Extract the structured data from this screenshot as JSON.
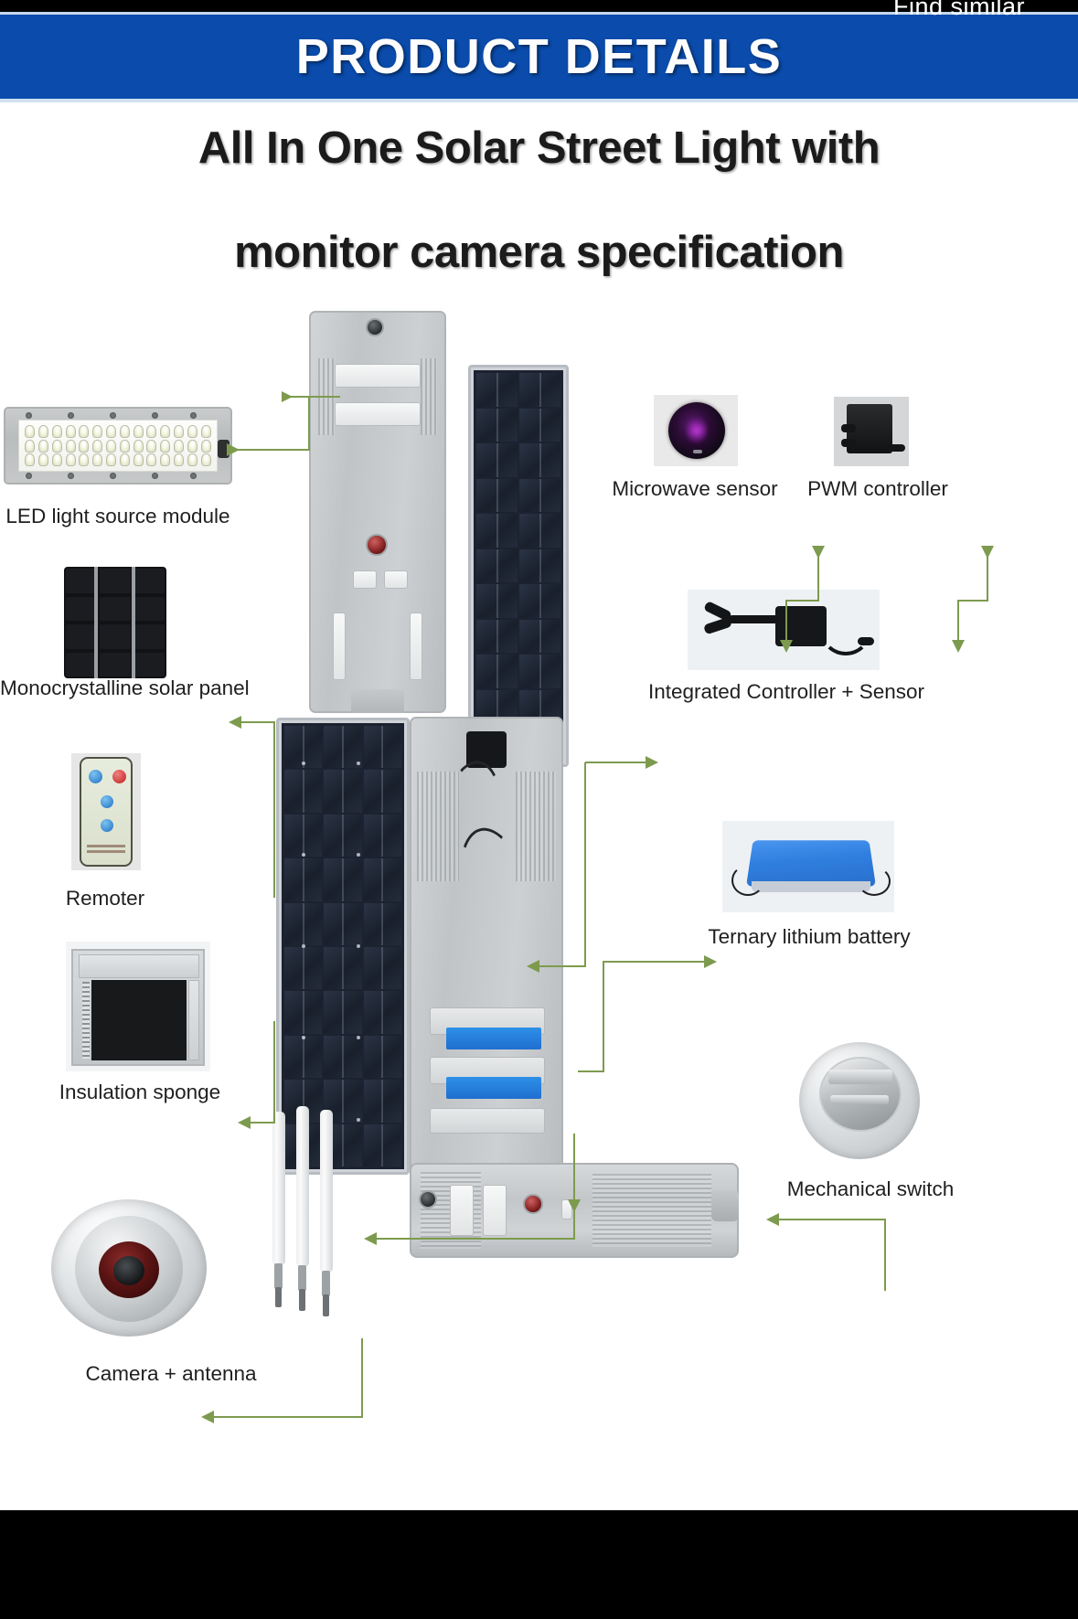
{
  "overlay": {
    "find_similar": "Find similar"
  },
  "banner": {
    "title": "PRODUCT DETAILS",
    "bg_color": "#0a4bab",
    "text_color": "#ffffff"
  },
  "headline": {
    "line1": "All In One Solar Street Light with",
    "line2": "monitor camera specification"
  },
  "accent": {
    "connector_color": "#7d9b4e",
    "battery_blue": "#2f7fe0"
  },
  "components": [
    {
      "id": "led-module",
      "label": "LED light source module"
    },
    {
      "id": "mono-solar-panel",
      "label": "Monocrystalline solar panel"
    },
    {
      "id": "remoter",
      "label": "Remoter"
    },
    {
      "id": "insulation-sponge",
      "label": "Insulation sponge"
    },
    {
      "id": "microwave-sensor",
      "label": "Microwave sensor"
    },
    {
      "id": "pwm-controller",
      "label": "PWM controller"
    },
    {
      "id": "integrated-controller",
      "label": "Integrated Controller + Sensor"
    },
    {
      "id": "ternary-lithium-battery",
      "label": "Ternary lithium battery"
    },
    {
      "id": "mechanical-switch",
      "label": "Mechanical switch"
    },
    {
      "id": "camera-antenna",
      "label": "Camera + antenna"
    }
  ]
}
